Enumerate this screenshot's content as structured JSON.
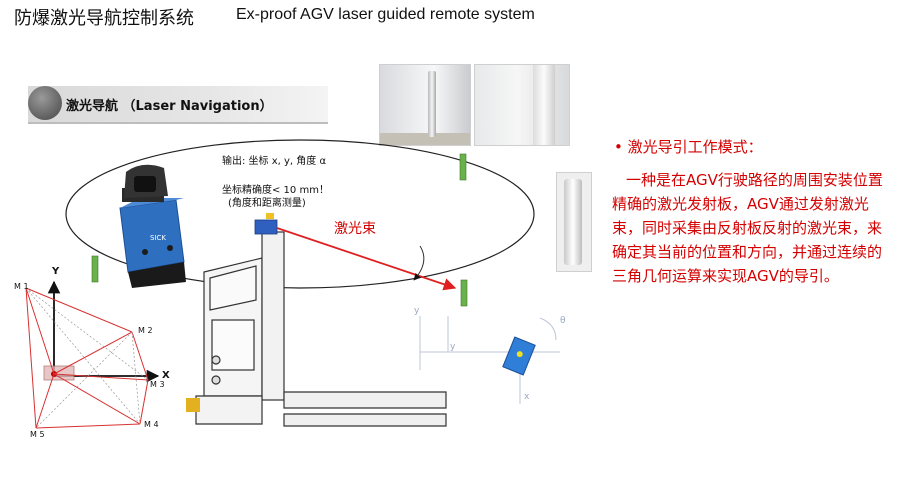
{
  "header": {
    "title_cn": "防爆激光导航控制系统",
    "title_en": "Ex-proof AGV laser guided remote system"
  },
  "section": {
    "title": "激光导航 （Laser Navigation）"
  },
  "diagram": {
    "output_label": "输出: 坐标 x, y, 角度 α",
    "accuracy_label": "坐标精确度< 10 mm！",
    "accuracy_note": "(角度和距离测量)",
    "beam_label": "激光束",
    "scanner_brand": "SICK",
    "triangulation": {
      "axis_x": "X",
      "axis_y": "Y",
      "markers": [
        "M 1",
        "M 2",
        "M 3",
        "M 4",
        "M 5"
      ]
    },
    "coord_labels": {
      "y": "y",
      "x": "x",
      "theta": "θ"
    }
  },
  "description": {
    "bullet": "•",
    "heading": "激光导引工作模式：",
    "body": "一种是在AGV行驶路径的周围安装位置精确的激光发射板，AGV通过发射激光束，同时采集由反射板反射的激光束，来确定其当前的位置和方向，并通过连续的三角几何运算来实现AGV的导引。"
  },
  "colors": {
    "text_red": "#d40000",
    "reflector_green": "#6ab04c",
    "scanner_blue": "#2f6fbf",
    "beam_red": "#e02020"
  }
}
